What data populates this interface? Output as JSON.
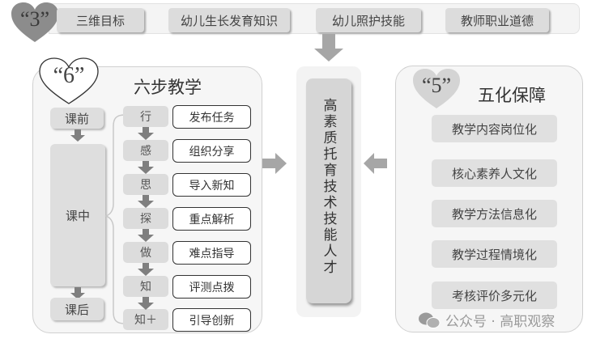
{
  "top": {
    "badge": "“3”",
    "items": [
      "三维目标",
      "幼儿生长发育知识",
      "幼儿照护技能",
      "教师职业道德"
    ]
  },
  "six_steps": {
    "badge": "“6”",
    "title": "六步教学",
    "phases": [
      "课前",
      "课中",
      "课后"
    ],
    "steps": [
      {
        "step": "行",
        "task": "发布任务"
      },
      {
        "step": "感",
        "task": "组织分享"
      },
      {
        "step": "思",
        "task": "导入新知"
      },
      {
        "step": "探",
        "task": "重点解析"
      },
      {
        "step": "做",
        "task": "难点指导"
      },
      {
        "step": "知",
        "task": "评测点拨"
      },
      {
        "step": "知＋",
        "task": "引导创新"
      }
    ]
  },
  "goal": {
    "text": "高素质托育技术技能人才"
  },
  "five": {
    "badge": "“5”",
    "title": "五化保障",
    "items": [
      "教学内容岗位化",
      "核心素养人文化",
      "教学方法信息化",
      "教学过程情境化",
      "考核评价多元化"
    ]
  },
  "watermark": {
    "text": "公众号 · 高职观察"
  },
  "colors": {
    "heart_dark": "#8c8c8c",
    "heart_light": "#d4d4d4",
    "arrow": "#a6a6a6",
    "arrow_dark": "#7f7f7f"
  }
}
